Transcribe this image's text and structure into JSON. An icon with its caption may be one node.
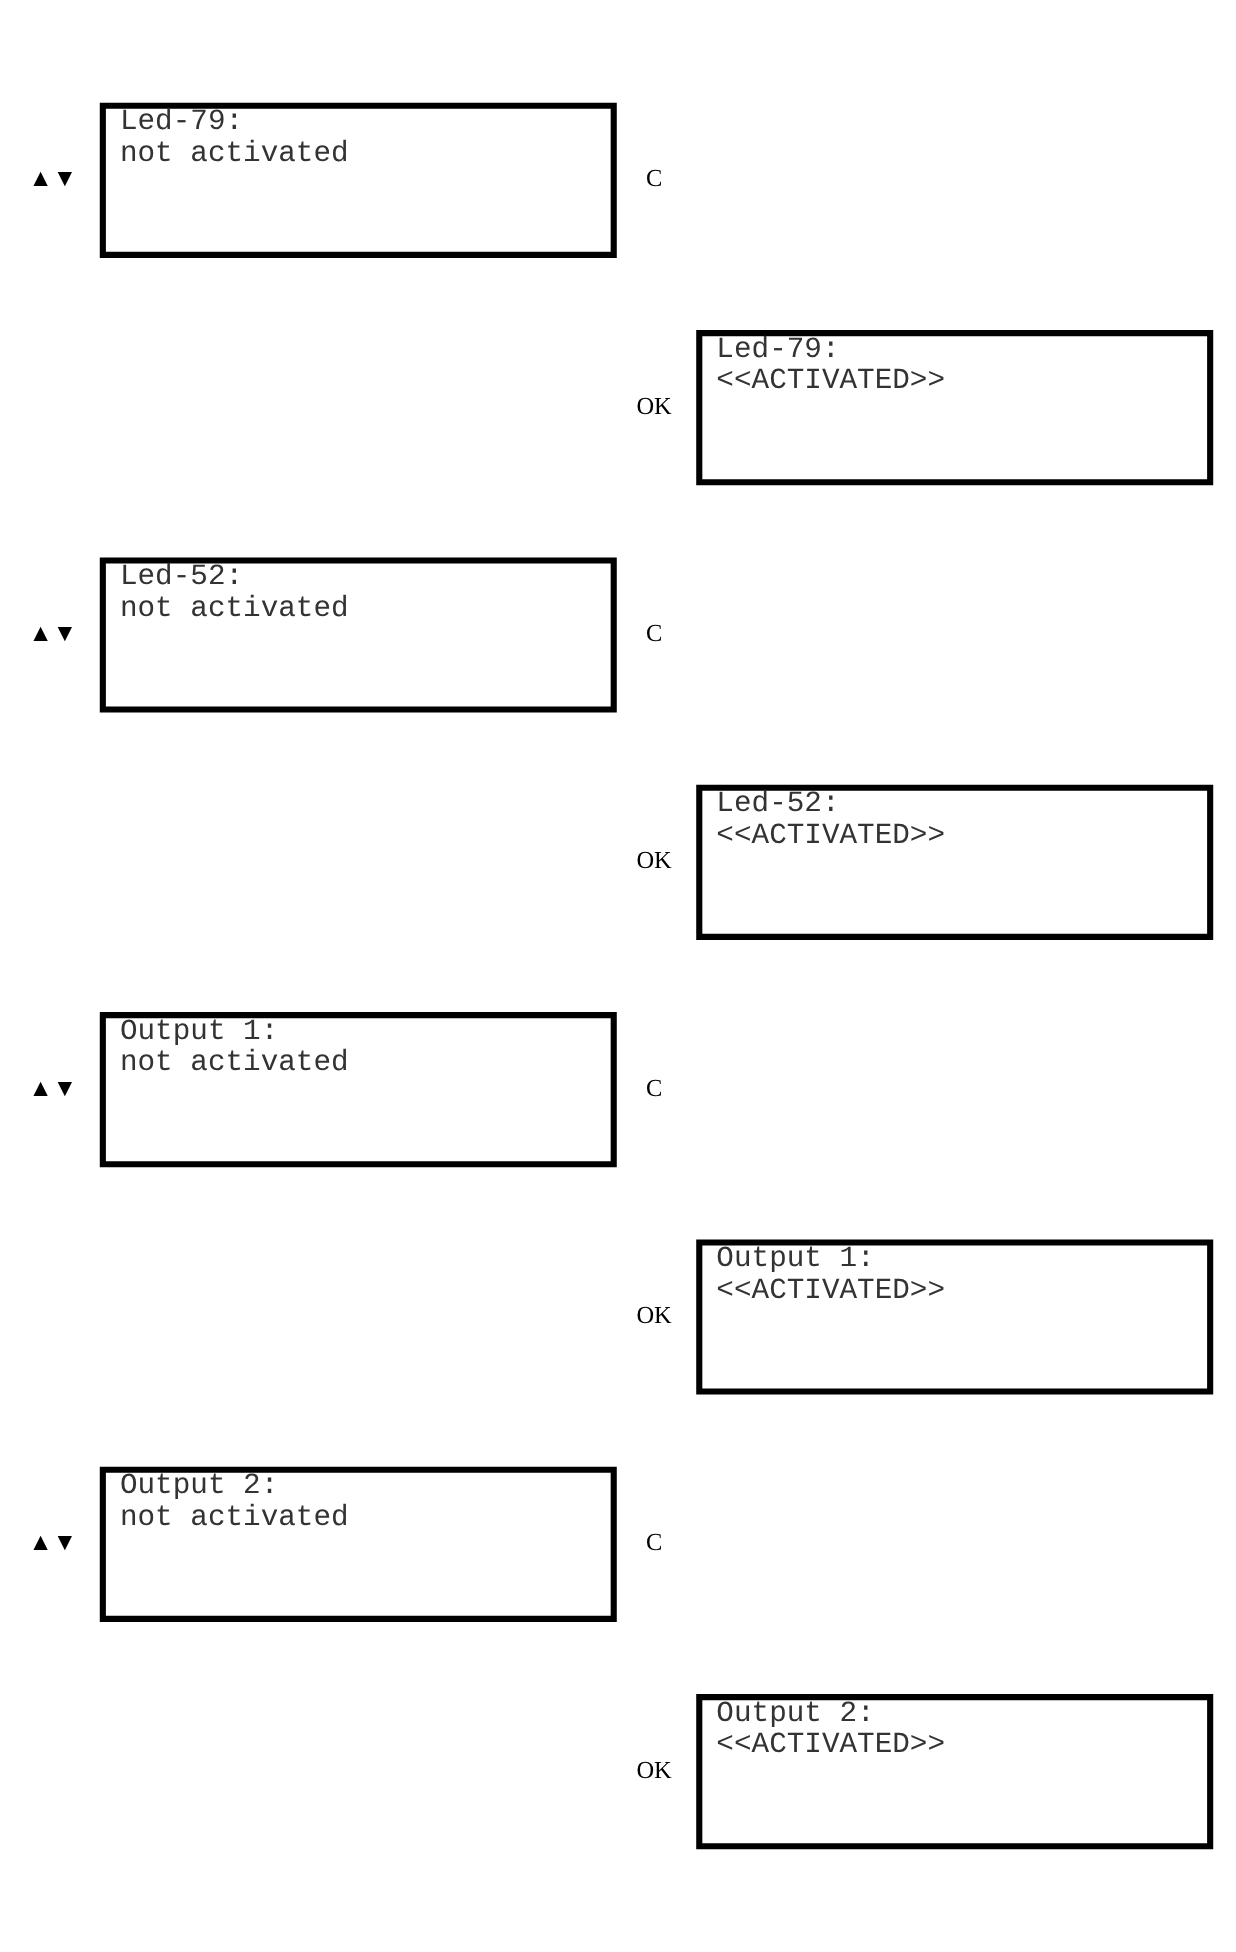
{
  "diagram": {
    "nodes": [
      {
        "text": [
          "Led-79:",
          "not activated"
        ],
        "beside": [
          "▲▼",
          "C"
        ]
      },
      {
        "text": [
          "Led-79:",
          "<<ACTIVATED>>"
        ],
        "beside": [
          "OK"
        ]
      },
      {
        "text": [
          "Led-52:",
          "not activated"
        ],
        "beside": [
          "▲▼",
          "C"
        ]
      },
      {
        "text": [
          "Led-52:",
          "<<ACTIVATED>>"
        ],
        "beside": [
          "OK"
        ]
      },
      {
        "text": [
          "Output 1:",
          "not activated"
        ],
        "beside": [
          "▲▼",
          "C"
        ]
      },
      {
        "text": [
          "Output 1:",
          "<<ACTIVATED>>"
        ],
        "beside": [
          "OK"
        ]
      },
      {
        "text": [
          "Output 2:",
          "not activated"
        ],
        "beside": [
          "▲▼",
          "C"
        ]
      },
      {
        "text": [
          "Output 2:",
          "<<ACTIVATED>>"
        ],
        "beside": [
          "OK"
        ]
      }
    ]
  }
}
